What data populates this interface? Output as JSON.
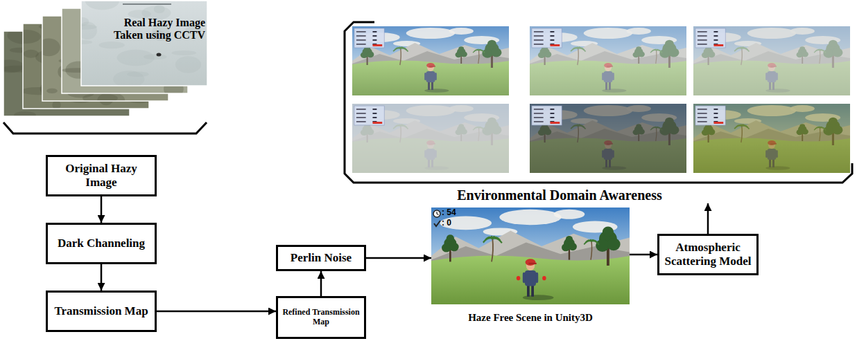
{
  "diagram": {
    "nodes": [
      {
        "text": [
          "Original Hazy Image"
        ]
      },
      {
        "text": [
          "Dark Channeling"
        ]
      },
      {
        "text": [
          "Transmission Map"
        ]
      },
      {
        "text": [
          "Refined Transmission Map"
        ]
      },
      {
        "text": [
          "Perlin Noise"
        ]
      },
      {
        "text": [
          "Haze Free Scene in Unity3D"
        ]
      },
      {
        "text": [
          "Atmospheric Scattering Model"
        ]
      },
      {
        "text": [
          "Environmental Domain Awareness"
        ]
      }
    ],
    "edges": [
      {
        "from": 0,
        "to": 1,
        "arrow": "to"
      },
      {
        "from": 1,
        "to": 2,
        "arrow": "to"
      },
      {
        "from": 2,
        "to": 3,
        "arrow": "to"
      },
      {
        "from": 3,
        "to": 4,
        "arrow": "to"
      },
      {
        "from": 4,
        "to": 5,
        "arrow": "to"
      },
      {
        "from": 5,
        "to": 6,
        "arrow": "to"
      },
      {
        "from": 6,
        "to": 7,
        "arrow": "to"
      }
    ],
    "labels": [
      "Real Hazy Image Taken using CCTV",
      ": 54",
      ": 0"
    ]
  }
}
